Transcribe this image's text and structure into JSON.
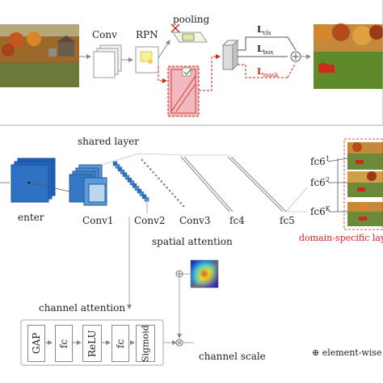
{
  "top_pipeline": {
    "conv_label": "Conv",
    "rpn_label": "RPN",
    "pooling_label": "pooling",
    "loss_cls_main": "L",
    "loss_cls_sub": "cls",
    "loss_box_main": "L",
    "loss_box_sub": "box",
    "loss_mask_main": "L",
    "loss_mask_sub": "mask"
  },
  "network": {
    "shared_layer_label": "shared layer",
    "enter_label": "enter",
    "conv1_label": "Conv1",
    "conv2_label": "Conv2",
    "conv3_label": "Conv3",
    "fc4_label": "fc4",
    "fc5_label": "fc5",
    "fc6_1_main": "fc6",
    "fc6_1_sup": "1",
    "fc6_2_main": "fc6",
    "fc6_2_sup": "2",
    "fc6_k_main": "fc6",
    "fc6_k_sup": "K",
    "domain_specific_label": "domain-specific laye"
  },
  "attention": {
    "spatial_attention_label": "spatial attention",
    "channel_attention_label": "channel attention",
    "channel_scale_label": "channel scale",
    "element_wise_label": "⊕ element-wise a",
    "blocks": [
      "GAP",
      "fc",
      "ReLU",
      "fc",
      "Sigmoid"
    ]
  },
  "symbols": {
    "plus": "⊕",
    "times": "⊗"
  },
  "colors": {
    "blue_cube": "#2f72c4",
    "red_dashed": "#d0261b",
    "pink_box": "#f2b9c0",
    "gray_line": "#999999"
  }
}
